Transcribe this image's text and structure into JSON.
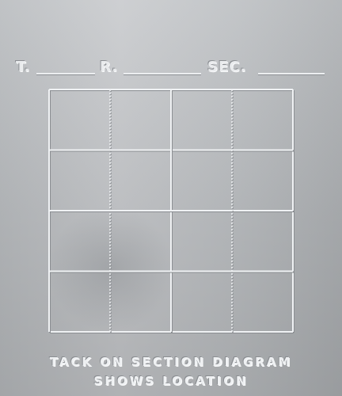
{
  "header": {
    "township_label": "T.",
    "range_label": "R.",
    "section_label": "SEC."
  },
  "diagram": {
    "sections": 4,
    "subdivisions": 4
  },
  "footer": {
    "line1": "TACK ON SECTION DIAGRAM",
    "line2": "SHOWS LOCATION"
  },
  "colors": {
    "plate": "#c4c6c9",
    "emboss": "#eceef0",
    "shadow": "#8c8f93"
  }
}
